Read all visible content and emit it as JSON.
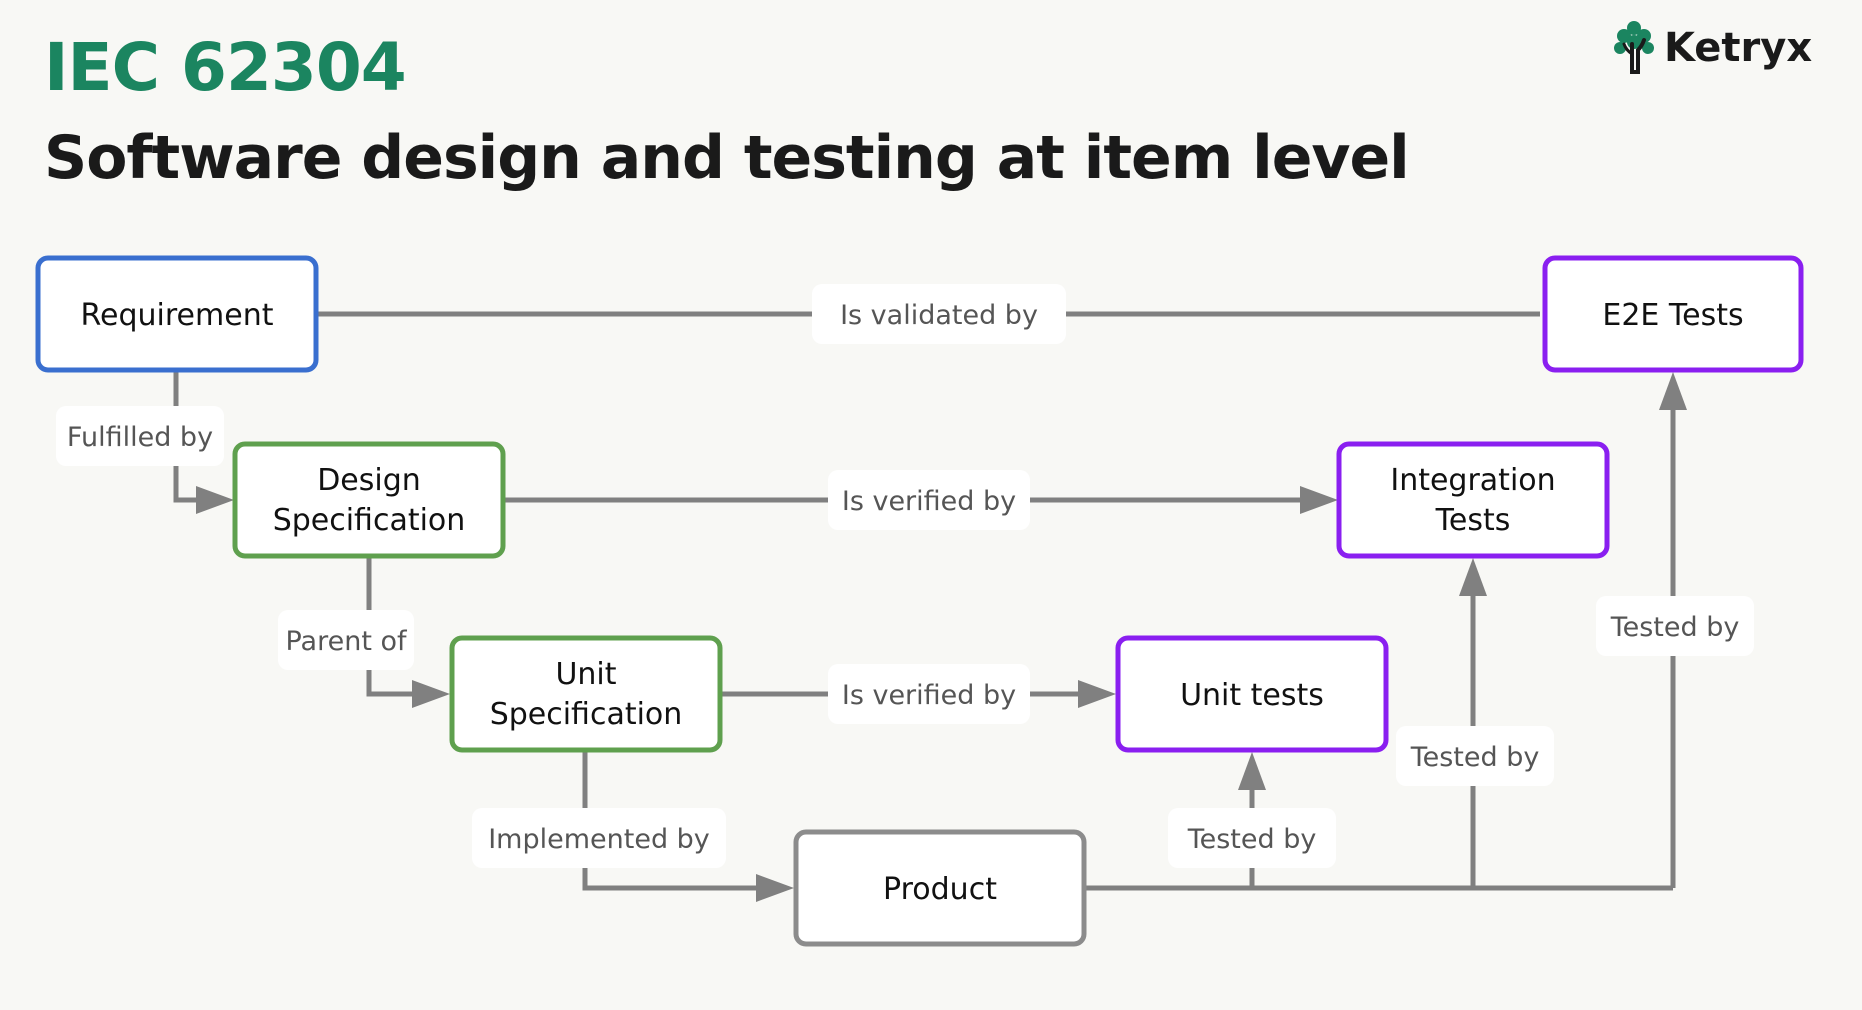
{
  "header": {
    "title": "IEC 62304",
    "subtitle": "Software design and testing at item level"
  },
  "logo": {
    "name": "Ketryx",
    "icon": "tree-icon",
    "color": "#1b8560"
  },
  "colors": {
    "green_title": "#1b8560",
    "requirement_border": "#3a6fcf",
    "specification_border": "#5fa04e",
    "test_border": "#8a1ff0",
    "product_border": "#8c8c8c",
    "connector": "#808080",
    "label_text": "#555555"
  },
  "nodes": [
    {
      "id": "requirement",
      "lines": [
        "Requirement"
      ],
      "kind": "requirement"
    },
    {
      "id": "design_spec",
      "lines": [
        "Design",
        "Specification"
      ],
      "kind": "specification"
    },
    {
      "id": "unit_spec",
      "lines": [
        "Unit",
        "Specification"
      ],
      "kind": "specification"
    },
    {
      "id": "product",
      "lines": [
        "Product"
      ],
      "kind": "product"
    },
    {
      "id": "e2e_tests",
      "lines": [
        "E2E Tests"
      ],
      "kind": "test"
    },
    {
      "id": "integration_tests",
      "lines": [
        "Integration",
        "Tests"
      ],
      "kind": "test"
    },
    {
      "id": "unit_tests",
      "lines": [
        "Unit tests"
      ],
      "kind": "test"
    }
  ],
  "edges": [
    {
      "id": "req_e2e",
      "label": "Is validated by"
    },
    {
      "id": "req_design",
      "label": "Fulfilled by"
    },
    {
      "id": "design_integration",
      "label": "Is verified by"
    },
    {
      "id": "design_unit",
      "label": "Parent of"
    },
    {
      "id": "unit_unittests",
      "label": "Is verified by"
    },
    {
      "id": "unit_product",
      "label": "Implemented by"
    },
    {
      "id": "product_unittests",
      "label": "Tested by"
    },
    {
      "id": "product_integration",
      "label": "Tested by"
    },
    {
      "id": "product_e2e",
      "label": "Tested by"
    }
  ]
}
